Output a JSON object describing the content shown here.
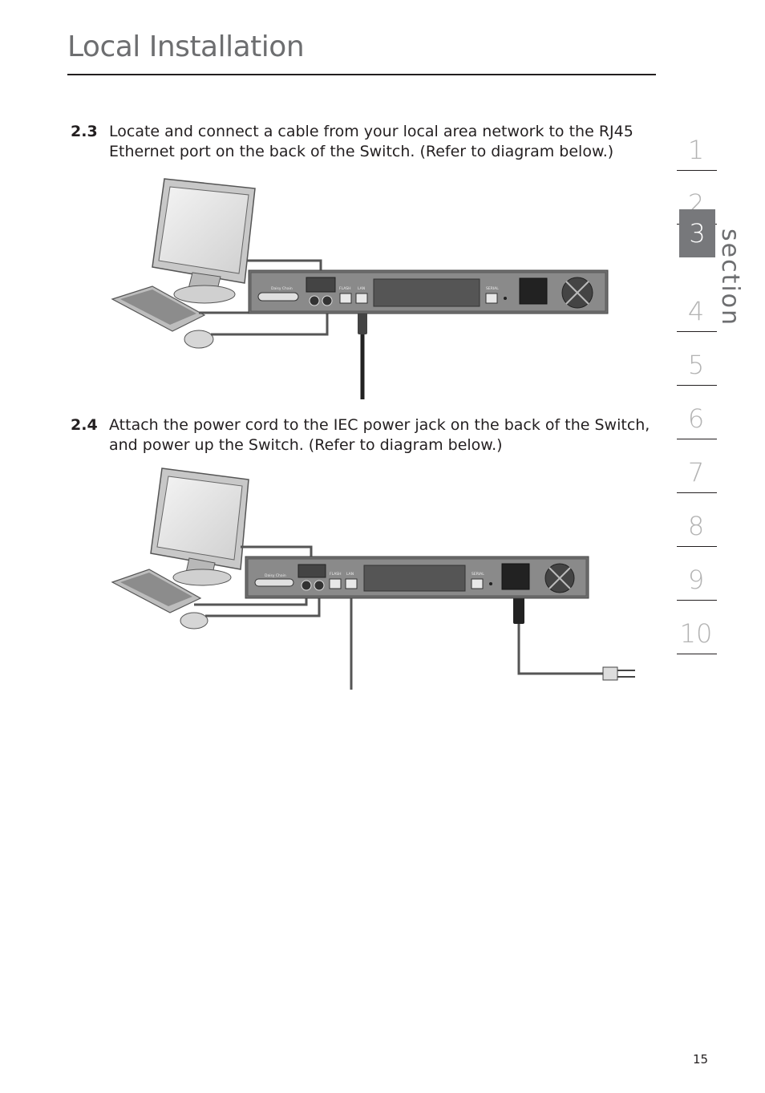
{
  "header": {
    "title": "Local Installation"
  },
  "steps": [
    {
      "number": "2.3",
      "text": "Locate and connect a cable from your local area network to the RJ45 Ethernet port on the back of the Switch. (Refer to diagram below.)"
    },
    {
      "number": "2.4",
      "text": "Attach the power cord to the IEC power jack on the back of the Switch, and power up the Switch. (Refer to diagram below.)"
    }
  ],
  "diagram_labels": {
    "daisy_chain": "Daisy Chain",
    "flash": "FLASH",
    "lan": "LAN",
    "serial": "SERIAL"
  },
  "nav": {
    "section_label": "section",
    "items": [
      "1",
      "2",
      "3",
      "4",
      "5",
      "6",
      "7",
      "8",
      "9",
      "10"
    ],
    "active": "3"
  },
  "footer": {
    "page_number": "15"
  }
}
